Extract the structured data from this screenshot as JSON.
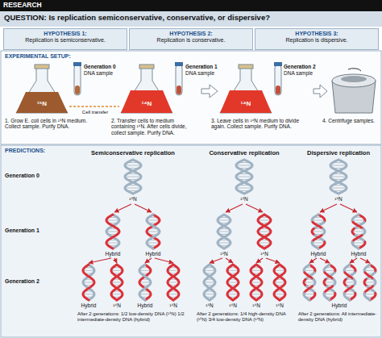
{
  "diagram": {
    "title": "QUESTION: Is replication semiconservative, conservative, or dispersive?",
    "nodes": [
      {
        "text": [
          "HYPOTHESIS 1:",
          "Replication is semiconservative."
        ]
      },
      {
        "text": [
          "HYPOTHESIS 2:",
          "Replication is conservative."
        ]
      },
      {
        "text": [
          "HYPOTHESIS 3:",
          "Replication is dispersive."
        ]
      }
    ],
    "labels": [
      "RESEARCH",
      "EXPERIMENTAL SETUP:",
      "Generation 0",
      "DNA sample",
      "¹⁵N",
      "Cell transfer",
      "Generation 1",
      "DNA sample",
      "¹⁴N",
      "¹⁴N",
      "Generation 2",
      "DNA sample",
      "1. Grow E. coli cells in ¹⁵N medium. Collect sample. Purify DNA.",
      "2. Transfer cells to medium containing ¹⁴N. After cells divide, collect sample. Purify DNA.",
      "3. Leave cells in ¹⁴N medium to divide again. Collect sample. Purify DNA.",
      "4. Centrifuge samples.",
      "PREDICTIONS:",
      "Semiconservative replication",
      "Conservative replication",
      "Dispersive replication",
      "Generation 0",
      "Generation 1",
      "Generation 2",
      "¹⁵N",
      "¹⁵N",
      "¹⁵N",
      "Hybrid",
      "Hybrid",
      "¹⁵N",
      "¹⁴N",
      "Hybrid",
      "Hybrid",
      "Hybrid",
      "¹⁴N",
      "Hybrid",
      "¹⁴N",
      "¹⁵N",
      "¹⁴N",
      "¹⁴N",
      "¹⁴N",
      "Hybrid",
      "After 2 generations: 1/2 low-density DNA (¹⁴N) 1/2 intermediate-density DNA (hybrid)",
      "After 2 generations: 1/4 high-density DNA (¹⁵N) 3/4 low-density DNA (¹⁴N)",
      "After 2 generations: All intermediate-density DNA (hybrid)"
    ]
  }
}
